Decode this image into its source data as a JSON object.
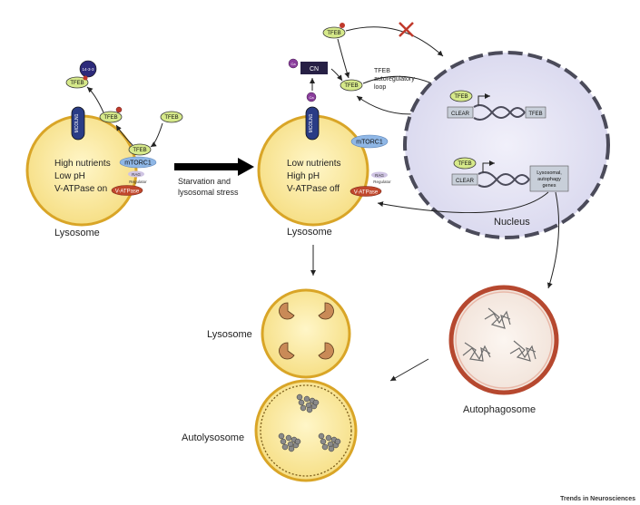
{
  "left_lysosome": {
    "line1": "High nutrients",
    "line2": "Low pH",
    "line3": "V-ATPase on",
    "label": "Lysosome",
    "tfeb_tags": [
      "TFEB",
      "TFEB",
      "TFEB",
      "TFEB"
    ],
    "protein_1433": "14-3-3",
    "mcoln1": "MCOLN1",
    "mtorc1": "mTORC1",
    "rag": "RAG",
    "regulator": "Regulator",
    "vatpase": "V-ATPase"
  },
  "transition_label_1": "Starvation and",
  "transition_label_2": "lysosomal stress",
  "right_lysosome": {
    "line1": "Low nutrients",
    "line2": "High pH",
    "line3": "V-ATPase off",
    "label": "Lysosome",
    "mcoln1": "MCOLN1",
    "ca": "Ca",
    "cn": "CN",
    "mtorc1": "mTORC1",
    "rag": "RAG",
    "regulator": "Regulator",
    "vatpase": "V-ATPase",
    "tfeb_top": "TFEB",
    "tfeb_mid": "TFEB"
  },
  "loop_label_1": "TFEB",
  "loop_label_2": "autoregulatory",
  "loop_label_3": "loop",
  "nucleus": {
    "label": "Nucleus",
    "tfeb_1": "TFEB",
    "clear_1": "CLEAR",
    "gene_1": "TFEB",
    "tfeb_2": "TFEB",
    "clear_2": "CLEAR",
    "gene_2_line1": "Lysosomal,",
    "gene_2_line2": "autophagy",
    "gene_2_line3": "genes"
  },
  "autophagosome_label": "Autophagosome",
  "bottom_lysosome_label": "Lysosome",
  "autolysosome_label": "Autolysosome",
  "journal_credit": "Trends in Neurosciences",
  "colors": {
    "lysosome_fill": "#fbeaa4",
    "lysosome_stroke": "#d9a527",
    "tfeb_fill": "#d6e98a",
    "nucleus_fill": "#e4e3f3",
    "mtorc1_fill": "#8fb7e6",
    "vatpase_fill": "#c0472c",
    "mcoln1_fill": "#2a3c86",
    "autophagosome_stroke": "#b6482f",
    "inhibit_mark": "#c0392b"
  }
}
